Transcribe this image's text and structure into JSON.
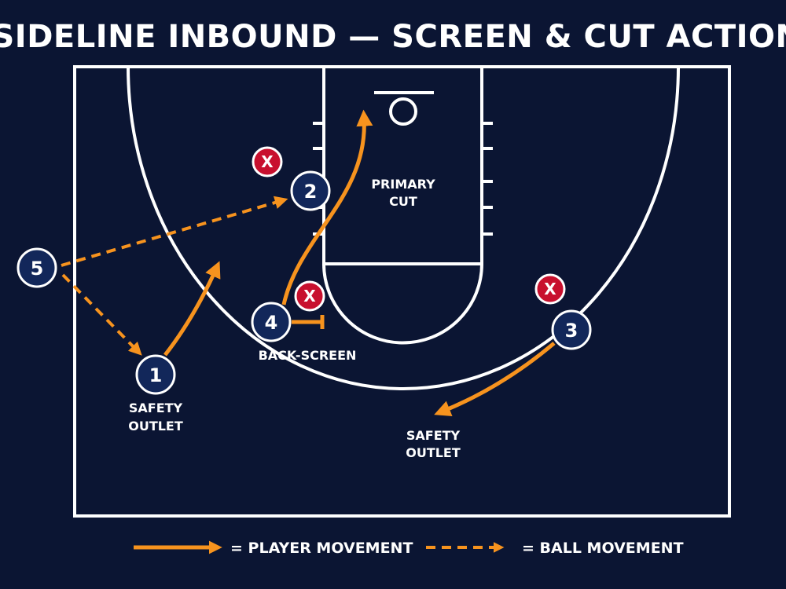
{
  "title": "SIDELINE INBOUND — SCREEN & CUT ACTION",
  "colors": {
    "background": "#0b1533",
    "court_lines": "#ffffff",
    "player_fill": "#12275a",
    "defender_fill": "#c8102e",
    "movement": "#f7931e"
  },
  "players": [
    {
      "label": "1",
      "caption": [
        "SAFETY",
        "OUTLET"
      ]
    },
    {
      "label": "2",
      "caption": []
    },
    {
      "label": "3",
      "caption": []
    },
    {
      "label": "4",
      "caption": [
        "BACK-SCREEN"
      ]
    },
    {
      "label": "5",
      "caption": []
    }
  ],
  "defender_mark": "X",
  "annotations": {
    "primary_cut": [
      "PRIMARY",
      "CUT"
    ],
    "safety_outlet_right": [
      "SAFETY",
      "OUTLET"
    ]
  },
  "legend": {
    "player_movement": "= PLAYER MOVEMENT",
    "ball_movement": "= BALL MOVEMENT"
  }
}
